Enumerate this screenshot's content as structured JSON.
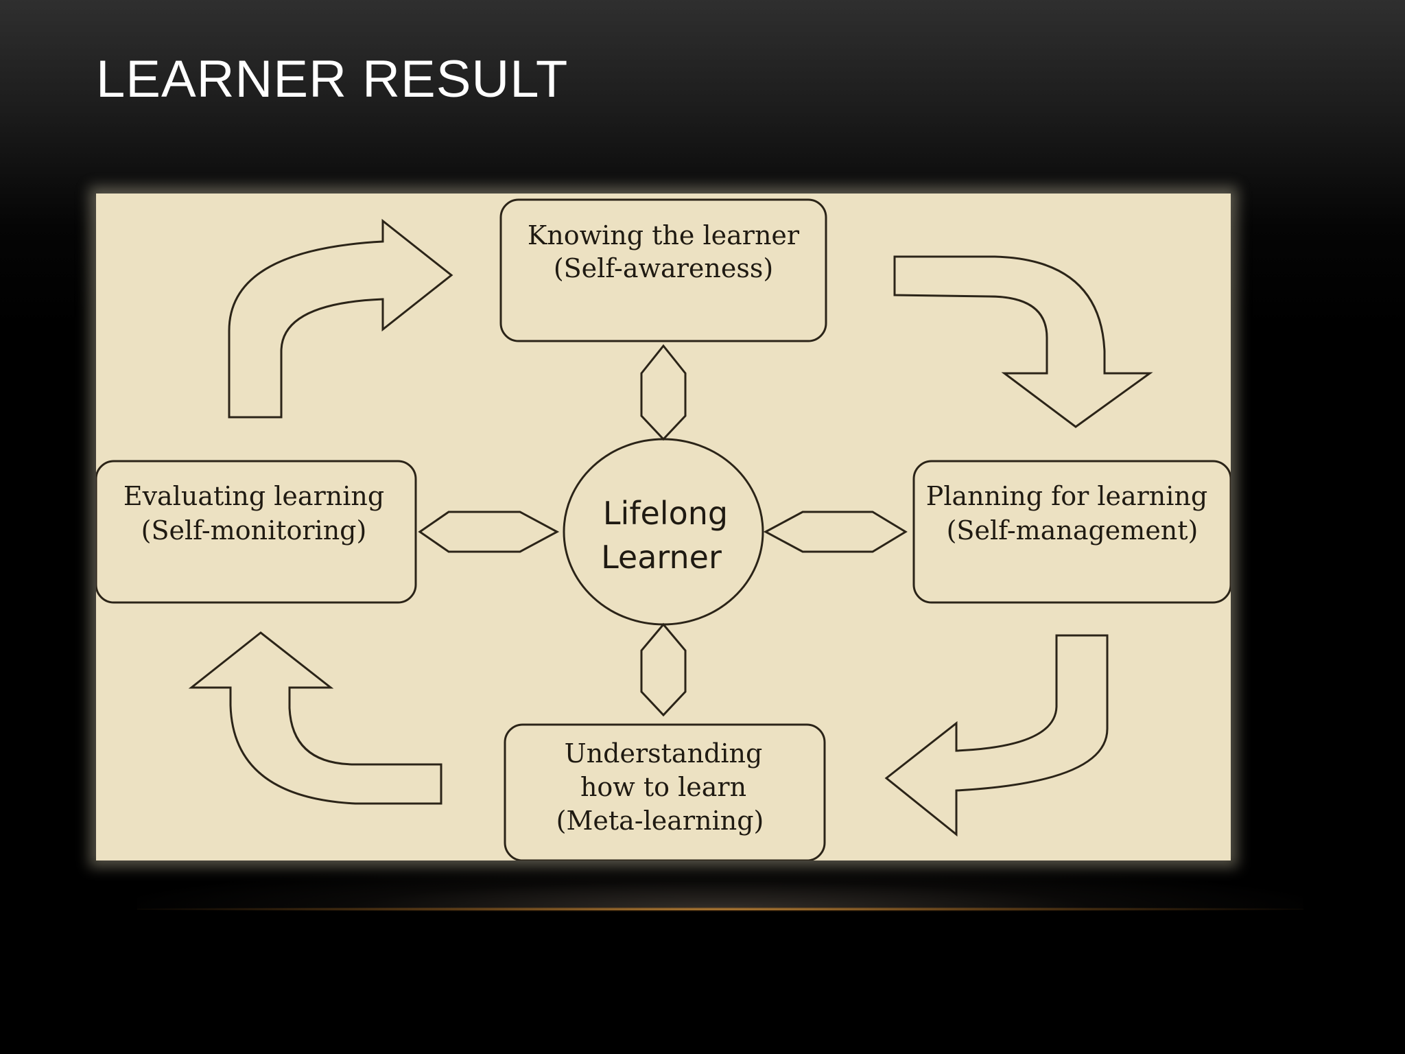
{
  "slide": {
    "title": "LEARNER RESULT"
  },
  "diagram": {
    "center": {
      "line1": "Lifelong",
      "line2": "Learner"
    },
    "nodes": {
      "top": {
        "line1": "Knowing the learner",
        "line2": "(Self-awareness)"
      },
      "right": {
        "line1": "Planning for learning",
        "line2": "(Self-management)"
      },
      "bottom": {
        "line1": "Understanding",
        "line2": "how to learn",
        "line3": "(Meta-learning)"
      },
      "left": {
        "line1": "Evaluating learning",
        "line2": "(Self-monitoring)"
      }
    },
    "colors": {
      "background": "#ece1c2",
      "stroke": "#2b2418",
      "text": "#1f1a12"
    }
  }
}
